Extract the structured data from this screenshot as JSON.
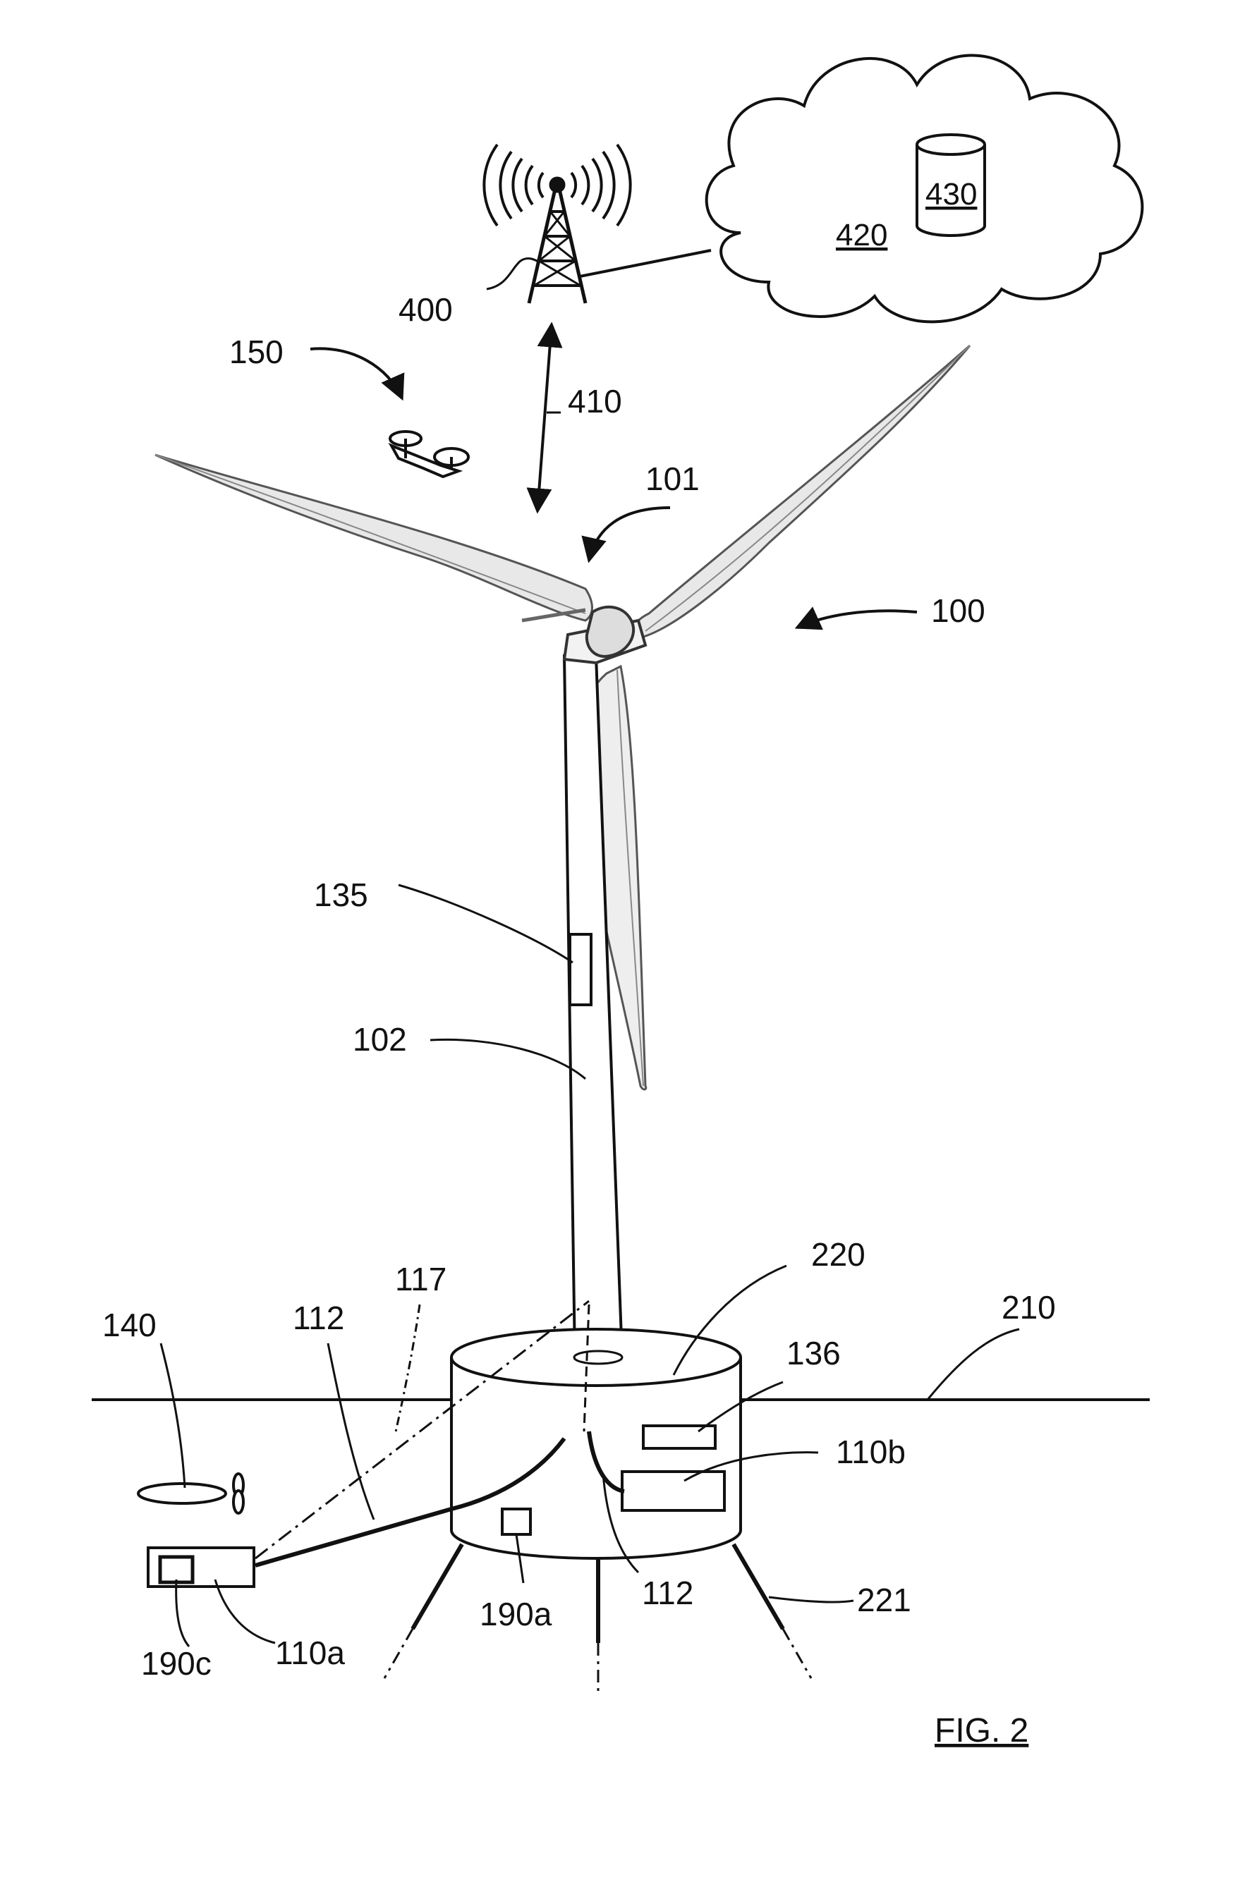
{
  "figure": {
    "caption": "FIG. 2",
    "labels": {
      "l100": "100",
      "l101": "101",
      "l102": "102",
      "l110a": "110a",
      "l110b": "110b",
      "l112a": "112",
      "l112b": "112",
      "l117": "117",
      "l135": "135",
      "l136": "136",
      "l140": "140",
      "l150": "150",
      "l190a": "190a",
      "l190c": "190c",
      "l210": "210",
      "l220": "220",
      "l221": "221",
      "l400": "400",
      "l410": "410",
      "l420": "420",
      "l430": "430"
    }
  }
}
